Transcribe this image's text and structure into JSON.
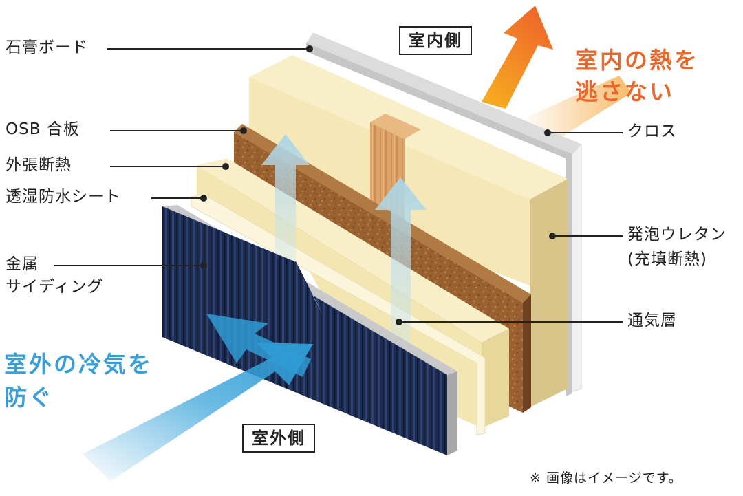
{
  "labels_left": {
    "gypsum": "石膏ボード",
    "osb": "OSB 合板",
    "outer_insulation": "外張断熱",
    "membrane": "透湿防水シート",
    "siding_line1": "金属",
    "siding_line2": "サイディング"
  },
  "labels_right": {
    "cloth": "クロス",
    "urethane_line1": "発泡ウレタン",
    "urethane_line2": "(充填断熱)",
    "air_layer": "通気層"
  },
  "sides": {
    "indoor": "室内側",
    "outdoor": "室外側"
  },
  "messages": {
    "indoor_line1": "室内の熱を",
    "indoor_line2": "逃さない",
    "outdoor_line1": "室外の冷気を",
    "outdoor_line2": "防ぐ"
  },
  "note": "※ 画像はイメージです。",
  "colors": {
    "indoor_accent": "#e8692d",
    "outdoor_accent": "#3a9fd6",
    "siding": "#1b2a4e",
    "osb": "#9a6130",
    "insulation": "#f6ecc2",
    "wood": "#d9a066"
  }
}
